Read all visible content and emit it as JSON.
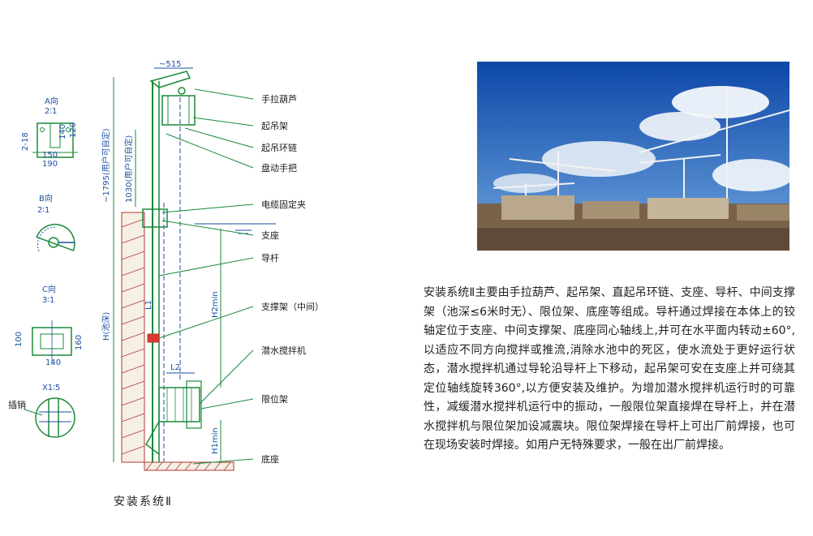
{
  "drawing": {
    "dims": {
      "top_width": "~515",
      "total_height": "~1795(用户可自定)",
      "guide_height": "1030(用户可自定)",
      "pool_depth": "H(池深)",
      "h2": "H2min",
      "h1": "H1min",
      "l2": "L2",
      "small_a": "L1"
    },
    "details": {
      "a": {
        "title": "A向",
        "scale": "2∶1",
        "d1": "2-18",
        "d2": "140",
        "d3": "120",
        "d4": "150",
        "d5": "190"
      },
      "b": {
        "title": "B向",
        "scale": "2∶1"
      },
      "c": {
        "title": "C向",
        "scale": "3∶1",
        "d1": "100",
        "d2": "160",
        "d3": "140"
      },
      "x": {
        "title": "X1∶5",
        "pin": "插销"
      }
    },
    "labels": [
      "手拉葫芦",
      "起吊架",
      "起吊环链",
      "盘动手把",
      "电缆固定夹",
      "支座",
      "导杆",
      "支撑架（中间）",
      "潜水搅拌机",
      "限位架",
      "底座"
    ]
  },
  "caption": "安装系统Ⅱ",
  "photo": {
    "alt": "construction-site-cranes",
    "sky_top": "#0d47a8",
    "sky_bottom": "#6fa6de",
    "ground": "#7a6149"
  },
  "description": "安装系统Ⅱ主要由手拉葫芦、起吊架、直起吊环链、支座、导杆、中间支撑架（池深≤6米时无）、限位架、底座等组成。导杆通过焊接在本体上的铰轴定位于支座、中间支撑架、底座同心轴线上,并可在水平面内转动±60°,以适应不同方向搅拌或推流,消除水池中的死区，使水流处于更好运行状态，潜水搅拌机通过导轮沿导杆上下移动，起吊架可安在支座上并可绕其定位轴线旋转360°,以方便安装及维护。为增加潜水搅拌机运行时的可靠性，减缓潜水搅拌机运行中的振动，一般限位架直接焊在导杆上，并在潜水搅拌机与限位架加设减震块。限位架焊接在导杆上可出厂前焊接，也可在现场安装时焊接。如用户无特殊要求，一般在出厂前焊接。"
}
